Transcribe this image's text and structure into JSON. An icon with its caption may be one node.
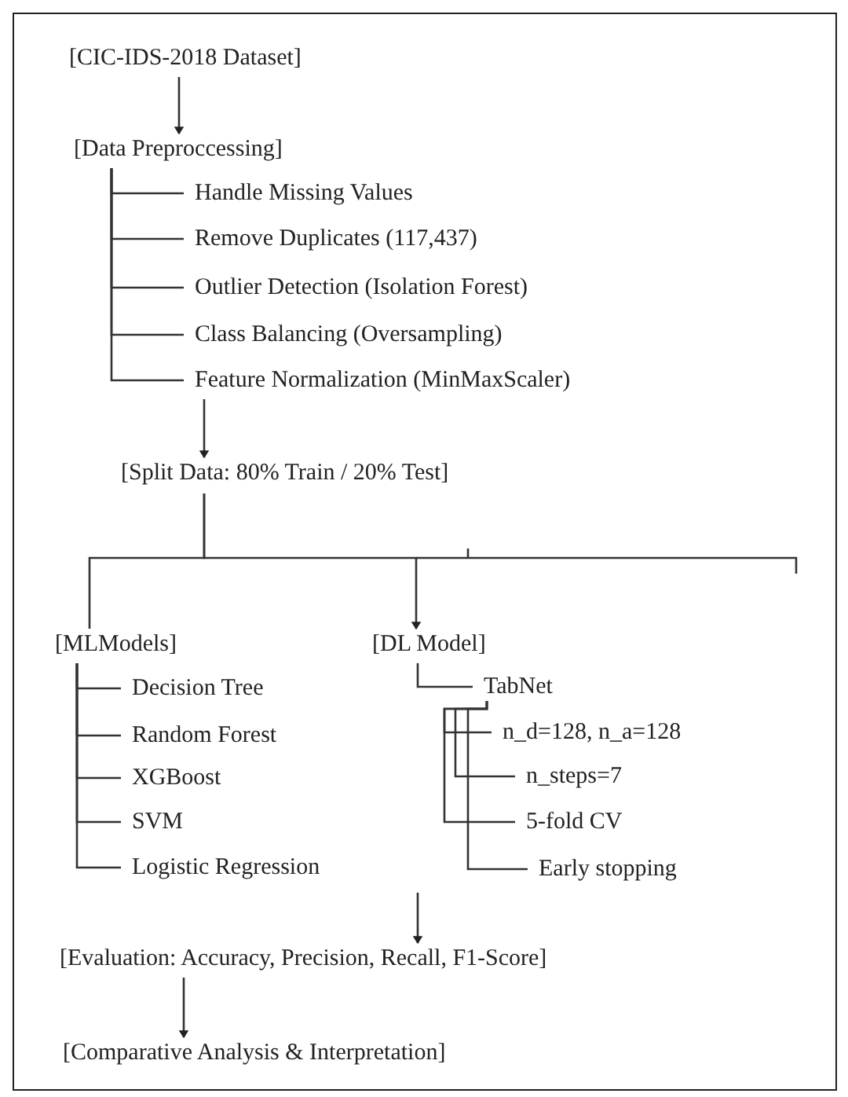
{
  "diagram": {
    "nodes": [
      {
        "text": [
          "[CIC-IDS-2018 Dataset]"
        ]
      },
      {
        "text": [
          "[Data Preproccessing]"
        ]
      },
      {
        "text": [
          "Handle Missing Values"
        ]
      },
      {
        "text": [
          "Remove Duplicates (117,437)"
        ]
      },
      {
        "text": [
          "Outlier Detection (Isolation Forest)"
        ]
      },
      {
        "text": [
          "Class Balancing (Oversampling)"
        ]
      },
      {
        "text": [
          "Feature Normalization (MinMaxScaler)"
        ]
      },
      {
        "text": [
          "[Split Data: 80% Train / 20% Test]"
        ]
      },
      {
        "text": [
          "[MLModels]"
        ]
      },
      {
        "text": [
          "[DL Model]"
        ]
      },
      {
        "text": [
          "Decision Tree"
        ]
      },
      {
        "text": [
          "Random Forest"
        ]
      },
      {
        "text": [
          "XGBoost"
        ]
      },
      {
        "text": [
          "SVM"
        ]
      },
      {
        "text": [
          "Logistic Regression"
        ]
      },
      {
        "text": [
          "TabNet"
        ]
      },
      {
        "text": [
          "n_d=128, n_a=128"
        ]
      },
      {
        "text": [
          "n_steps=7"
        ]
      },
      {
        "text": [
          "5-fold CV"
        ]
      },
      {
        "text": [
          "Early stopping"
        ]
      },
      {
        "text": [
          "[Evaluation: Accuracy, Precision, Recall, F1-Score]"
        ]
      },
      {
        "text": [
          "[Comparative Analysis & Interpretation]"
        ]
      }
    ],
    "edges": [
      {
        "from": 0,
        "to": 1,
        "arrow": "to"
      },
      {
        "from": 1,
        "to": 2,
        "arrow": "none"
      },
      {
        "from": 1,
        "to": 3,
        "arrow": "none"
      },
      {
        "from": 1,
        "to": 4,
        "arrow": "none"
      },
      {
        "from": 1,
        "to": 5,
        "arrow": "none"
      },
      {
        "from": 1,
        "to": 6,
        "arrow": "none"
      },
      {
        "from": 6,
        "to": 7,
        "arrow": "to"
      },
      {
        "from": 7,
        "to": 8,
        "arrow": "none"
      },
      {
        "from": 7,
        "to": 9,
        "arrow": "to"
      },
      {
        "from": 8,
        "to": 10,
        "arrow": "none"
      },
      {
        "from": 8,
        "to": 11,
        "arrow": "none"
      },
      {
        "from": 8,
        "to": 12,
        "arrow": "none"
      },
      {
        "from": 8,
        "to": 13,
        "arrow": "none"
      },
      {
        "from": 8,
        "to": 14,
        "arrow": "none"
      },
      {
        "from": 9,
        "to": 15,
        "arrow": "none"
      },
      {
        "from": 15,
        "to": 16,
        "arrow": "none"
      },
      {
        "from": 15,
        "to": 17,
        "arrow": "none"
      },
      {
        "from": 15,
        "to": 18,
        "arrow": "none"
      },
      {
        "from": 15,
        "to": 19,
        "arrow": "none"
      },
      {
        "from": null,
        "to": 20,
        "arrow": "to"
      },
      {
        "from": 20,
        "to": 21,
        "arrow": "to"
      }
    ]
  }
}
